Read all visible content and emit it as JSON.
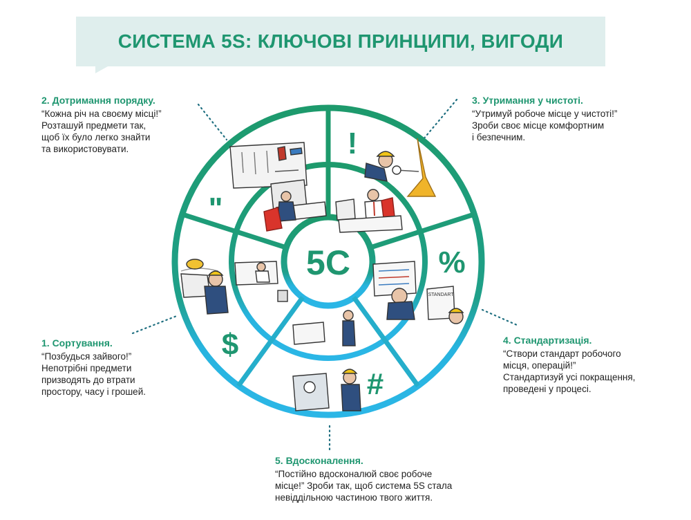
{
  "title": "СИСТЕМА 5S: КЛЮЧОВІ ПРИНЦИПИ, ВИГОДИ",
  "center_label": "5С",
  "colors": {
    "accent": "#1f9670",
    "blue": "#2bb6e6",
    "banner": "#dfeeed"
  },
  "principles": [
    {
      "heading": "1. Сортування.",
      "text": "“Позбудься зайвого!”\nНепотрібні предмети\nпризводять  до втрати\nпростору, часу і грошей.",
      "symbol": "$"
    },
    {
      "heading": "2. Дотримання порядку.",
      "text": "“Кожна річ на своєму місці!”\nРозташуй предмети так,\nщоб їх було легко знайти\nта використовувати.",
      "symbol": "\""
    },
    {
      "heading": "3. Утримання у чистоті.",
      "text": "“Утримуй робоче місце у чистоті!”\nЗроби своє місце комфортним\nі безпечним.",
      "symbol": "!"
    },
    {
      "heading": "4. Стандартизація.",
      "text": "“Створи стандарт робочого\nмісця, операцій!”\nСтандартизуй усі покращення,\nпроведені у процесі.",
      "symbol": "%"
    },
    {
      "heading": "5. Вдосконалення.",
      "text": "“Постійно вдосконалюй своє робоче\nмісце!” Зроби так, щоб система 5S стала\nневіддільною частиною твого життя.",
      "symbol": "#"
    }
  ],
  "illustration_labels": {
    "standard_board": "STANDART"
  }
}
